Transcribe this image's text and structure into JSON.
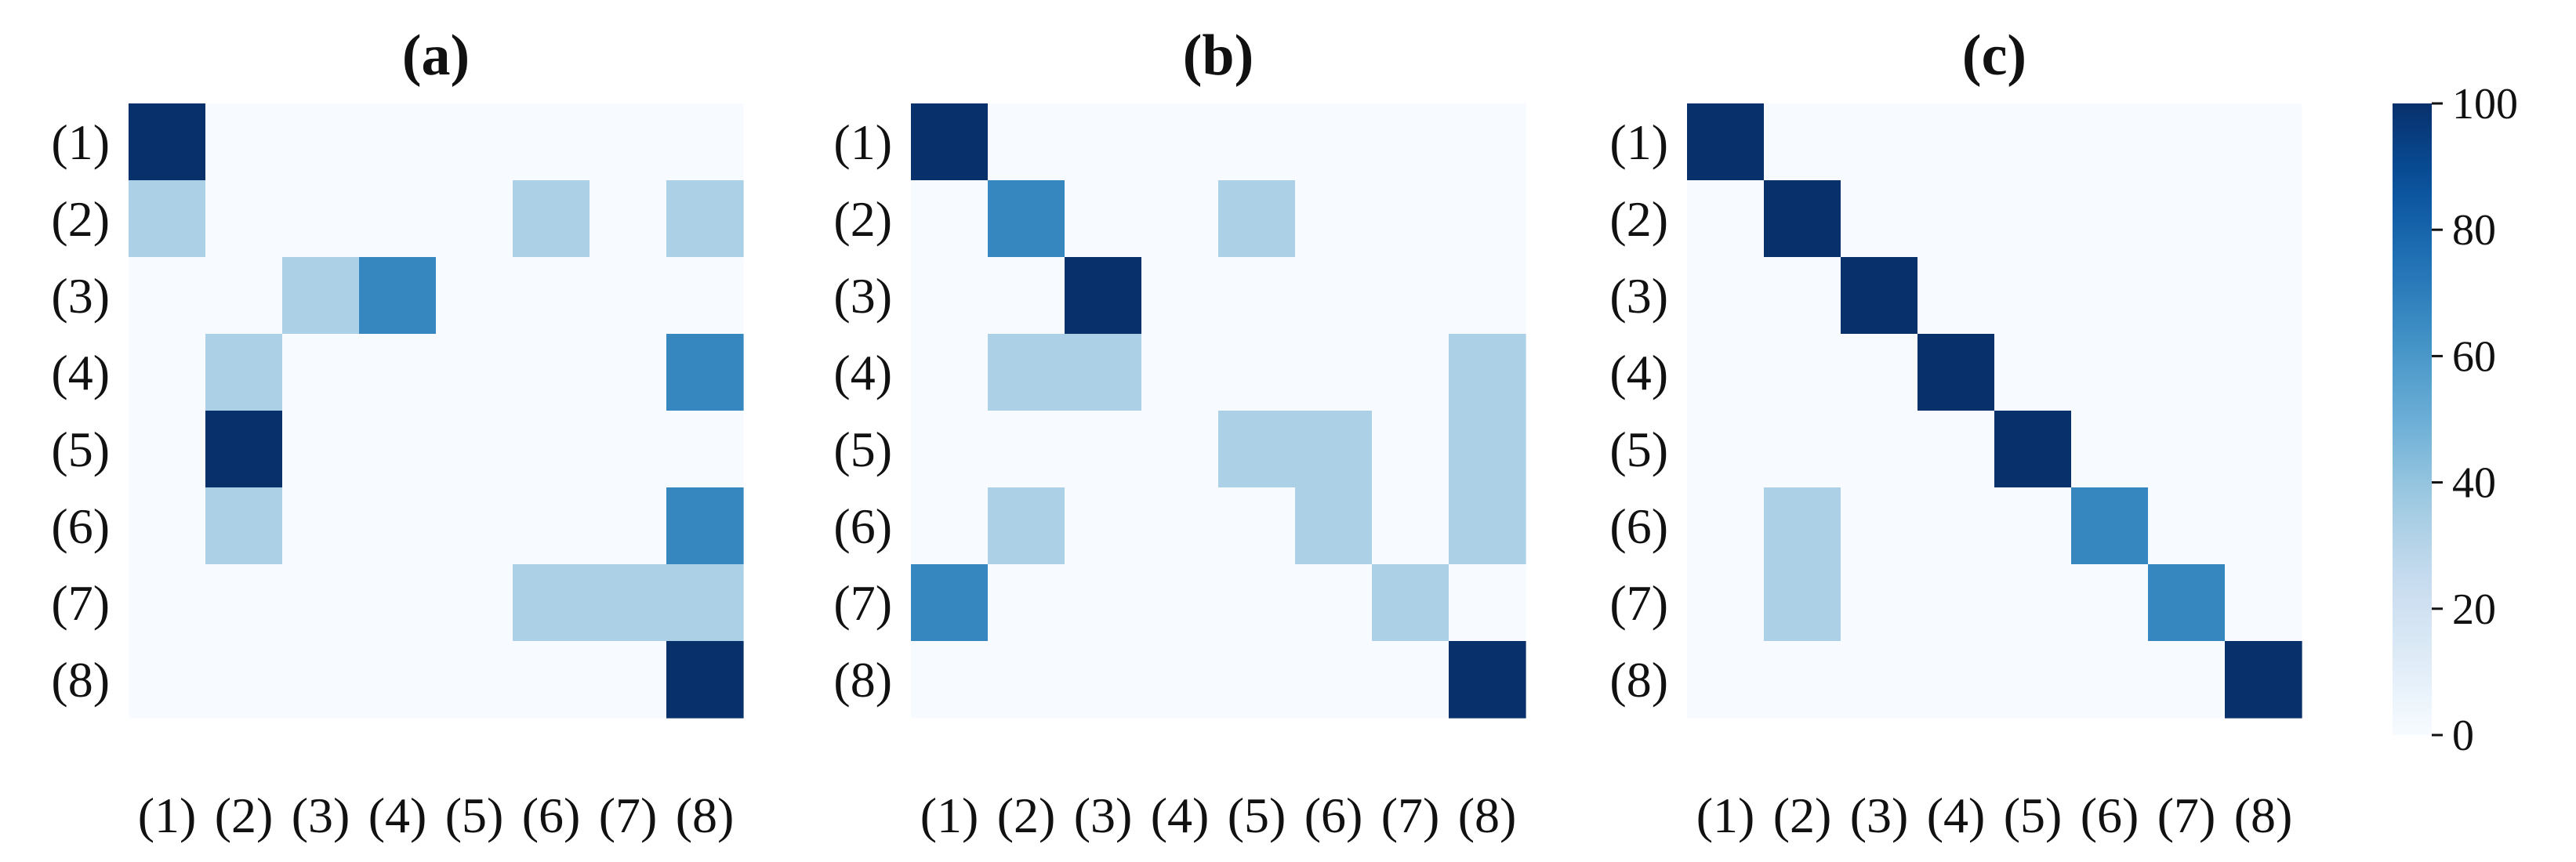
{
  "chart_data": [
    {
      "type": "heatmap",
      "title": "(a)",
      "x_categories": [
        "(1)",
        "(2)",
        "(3)",
        "(4)",
        "(5)",
        "(6)",
        "(7)",
        "(8)"
      ],
      "y_categories": [
        "(1)",
        "(2)",
        "(3)",
        "(4)",
        "(5)",
        "(6)",
        "(7)",
        "(8)"
      ],
      "values": [
        [
          100,
          0,
          0,
          0,
          0,
          0,
          0,
          0
        ],
        [
          33,
          0,
          0,
          0,
          0,
          33,
          0,
          33
        ],
        [
          0,
          0,
          33,
          67,
          0,
          0,
          0,
          0
        ],
        [
          0,
          33,
          0,
          0,
          0,
          0,
          0,
          67
        ],
        [
          0,
          100,
          0,
          0,
          0,
          0,
          0,
          0
        ],
        [
          0,
          33,
          0,
          0,
          0,
          0,
          0,
          67
        ],
        [
          0,
          0,
          0,
          0,
          0,
          33,
          33,
          33
        ],
        [
          0,
          0,
          0,
          0,
          0,
          0,
          0,
          100
        ]
      ]
    },
    {
      "type": "heatmap",
      "title": "(b)",
      "x_categories": [
        "(1)",
        "(2)",
        "(3)",
        "(4)",
        "(5)",
        "(6)",
        "(7)",
        "(8)"
      ],
      "y_categories": [
        "(1)",
        "(2)",
        "(3)",
        "(4)",
        "(5)",
        "(6)",
        "(7)",
        "(8)"
      ],
      "values": [
        [
          100,
          0,
          0,
          0,
          0,
          0,
          0,
          0
        ],
        [
          0,
          67,
          0,
          0,
          33,
          0,
          0,
          0
        ],
        [
          0,
          0,
          100,
          0,
          0,
          0,
          0,
          0
        ],
        [
          0,
          33,
          33,
          0,
          0,
          0,
          0,
          33
        ],
        [
          0,
          0,
          0,
          0,
          33,
          33,
          0,
          33
        ],
        [
          0,
          33,
          0,
          0,
          0,
          33,
          0,
          33
        ],
        [
          67,
          0,
          0,
          0,
          0,
          0,
          33,
          0
        ],
        [
          0,
          0,
          0,
          0,
          0,
          0,
          0,
          100
        ]
      ]
    },
    {
      "type": "heatmap",
      "title": "(c)",
      "x_categories": [
        "(1)",
        "(2)",
        "(3)",
        "(4)",
        "(5)",
        "(6)",
        "(7)",
        "(8)"
      ],
      "y_categories": [
        "(1)",
        "(2)",
        "(3)",
        "(4)",
        "(5)",
        "(6)",
        "(7)",
        "(8)"
      ],
      "values": [
        [
          100,
          0,
          0,
          0,
          0,
          0,
          0,
          0
        ],
        [
          0,
          100,
          0,
          0,
          0,
          0,
          0,
          0
        ],
        [
          0,
          0,
          100,
          0,
          0,
          0,
          0,
          0
        ],
        [
          0,
          0,
          0,
          100,
          0,
          0,
          0,
          0
        ],
        [
          0,
          0,
          0,
          0,
          100,
          0,
          0,
          0
        ],
        [
          0,
          33,
          0,
          0,
          0,
          67,
          0,
          0
        ],
        [
          0,
          33,
          0,
          0,
          0,
          0,
          67,
          0
        ],
        [
          0,
          0,
          0,
          0,
          0,
          0,
          0,
          100
        ]
      ]
    }
  ],
  "colorbar": {
    "min": 0,
    "max": 100,
    "ticks": [
      "0",
      "20",
      "40",
      "60",
      "80",
      "100"
    ],
    "colormap": "Blues",
    "color_low": "#f7fbff",
    "color_high": "#08306b"
  }
}
